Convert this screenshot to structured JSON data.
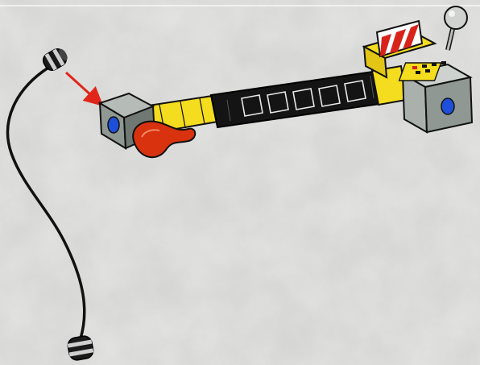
{
  "scene": {
    "background_color": "#e4e4e3",
    "arrow_color": "#e0261b",
    "cable_color": "#111111",
    "brick_yellow": "#f4dc1e",
    "brick_black": "#141414",
    "brick_grey": "#8f9892",
    "axle_blue": "#1e4fd8",
    "balloon_red": "#d8320f",
    "warning_stripe_colors": [
      "#d8231b",
      "#ffffff"
    ],
    "knob_color": "#cfd2cf",
    "icons": [
      "cable-plug-top",
      "cable-plug-bottom",
      "connection-arrow",
      "grey-connector-block",
      "red-balloon",
      "yellow-beam",
      "black-flex-tube",
      "control-unit",
      "warning-panel",
      "grey-knob"
    ]
  }
}
